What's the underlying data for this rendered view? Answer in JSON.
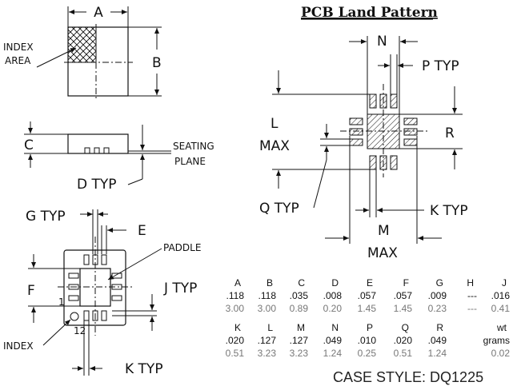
{
  "title": "PCB Land Pattern",
  "case_style": "CASE STYLE: DQ1225",
  "labels": {
    "A": "A",
    "B": "B",
    "index_area_1": "INDEX",
    "index_area_2": "AREA",
    "C": "C",
    "seating_1": "SEATING",
    "seating_2": "PLANE",
    "D_typ": "D TYP",
    "G_typ": "G TYP",
    "E": "E",
    "paddle": "PADDLE",
    "F": "F",
    "J_typ": "J TYP",
    "pin1": "1",
    "pin12": "12",
    "index": "INDEX",
    "K_typ_bottom": "K TYP",
    "N": "N",
    "P_typ": "P TYP",
    "L": "L",
    "L_max": "MAX",
    "R": "R",
    "Q_typ": "Q TYP",
    "K_typ_right": "K TYP",
    "M": "M",
    "M_max": "MAX"
  },
  "table1": {
    "headers": [
      "A",
      "B",
      "C",
      "D",
      "E",
      "F",
      "G",
      "H",
      "J"
    ],
    "inch": [
      ".118",
      ".118",
      ".035",
      ".008",
      ".057",
      ".057",
      ".009",
      "---",
      ".016"
    ],
    "mm": [
      "3.00",
      "3.00",
      "0.89",
      "0.20",
      "1.45",
      "1.45",
      "0.23",
      "---",
      "0.41"
    ]
  },
  "table2": {
    "headers": [
      "K",
      "L",
      "M",
      "N",
      "P",
      "Q",
      "R",
      "wt"
    ],
    "inch": [
      ".020",
      ".127",
      ".127",
      ".049",
      ".010",
      ".020",
      ".049",
      "grams"
    ],
    "mm": [
      "0.51",
      "3.23",
      "3.23",
      "1.24",
      "0.25",
      "0.51",
      "1.24",
      "0.02"
    ]
  }
}
